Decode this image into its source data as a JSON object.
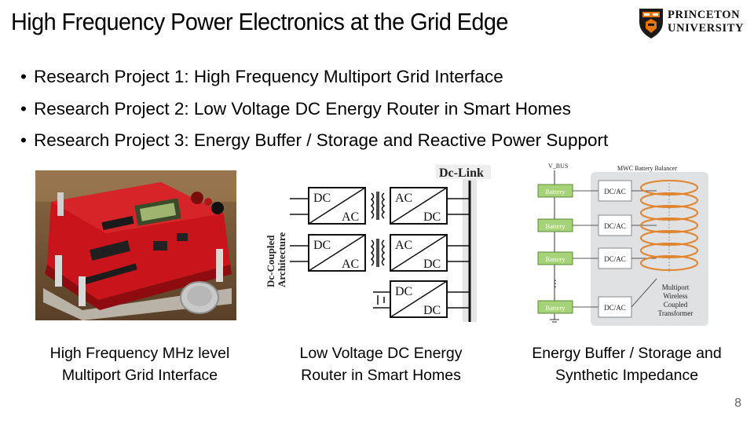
{
  "slide": {
    "title": "High Frequency Power Electronics at the Grid Edge",
    "logo": {
      "line1": "PRINCETON",
      "line2": "UNIVERSITY"
    },
    "bullets": [
      "Research Project 1: High Frequency Multiport Grid Interface",
      "Research Project 2: Low Voltage DC Energy Router in Smart Homes",
      "Research Project 3: Energy Buffer / Storage and Reactive Power Support"
    ],
    "figures": [
      {
        "caption_line1": "High Frequency MHz level",
        "caption_line2": "Multiport Grid Interface"
      },
      {
        "dclink_label": "Dc-Link",
        "arch_label_line1": "Dc-Coupled",
        "arch_label_line2": "Architecture",
        "blocks": [
          {
            "top": "DC",
            "bottom": "AC"
          },
          {
            "top": "AC",
            "bottom": "DC"
          },
          {
            "top": "DC",
            "bottom": "AC"
          },
          {
            "top": "AC",
            "bottom": "DC"
          },
          {
            "top": "DC",
            "bottom": "DC"
          }
        ],
        "caption_line1": "Low Voltage DC Energy",
        "caption_line2": "Router in Smart Homes"
      },
      {
        "vbus_label": "V_BUS",
        "panel_title": "MWC Battery Balancer",
        "battery_label": "Battery",
        "converter_label": "DC/AC",
        "transformer_label": [
          "Multiport",
          "Wireless",
          "Coupled",
          "Transformer"
        ],
        "caption_line1": "Energy Buffer / Storage and",
        "caption_line2": "Synthetic Impedance"
      }
    ],
    "page_number": "8"
  }
}
